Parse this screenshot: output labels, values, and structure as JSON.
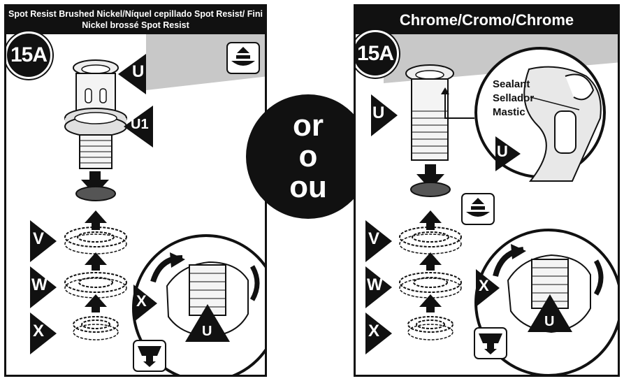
{
  "left_panel": {
    "title": "Spot Resist Brushed Nickel/Níquel cepillado Spot Resist/ Fini Nickel brossé Spot Resist",
    "step": "15A",
    "labels": {
      "u": "U",
      "u1": "U1",
      "v": "V",
      "w": "W",
      "x": "X",
      "inset_x": "X",
      "inset_u": "U"
    }
  },
  "divider": {
    "line1": "or",
    "line2": "o",
    "line3": "ou"
  },
  "right_panel": {
    "title": "Chrome/Cromo/Chrome",
    "step": "15A",
    "sealant_text": {
      "en": "Sealant",
      "es": "Sellador",
      "fr": "Mastic"
    },
    "labels": {
      "u": "U",
      "inset_u_top": "U",
      "v": "V",
      "w": "W",
      "x": "X",
      "inset_x": "X",
      "inset_u": "U"
    }
  },
  "icons": [
    "sink-top-icon",
    "sink-bottom-icon",
    "arrow-down-icon",
    "arrow-up-icon",
    "rotate-arrow-icon"
  ]
}
